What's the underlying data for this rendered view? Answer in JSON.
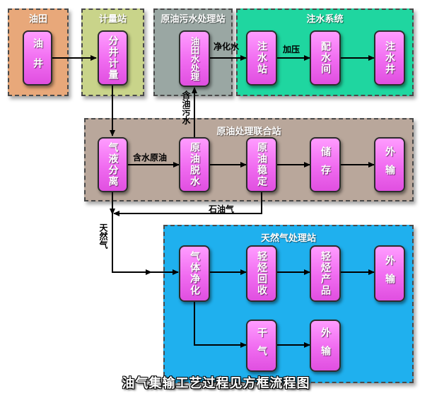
{
  "colors": {
    "oilfield": "#e8a87a",
    "metering": "#c9d48a",
    "sewage": "#9aa7a3",
    "injection": "#1fd6a0",
    "combined": "#b9a79b",
    "gas": "#1fb0ee",
    "node": "#f06bf0"
  },
  "regions": {
    "oilfield": "油田",
    "metering": "计量站",
    "sewage": "原油污水处理站",
    "injection": "注水系统",
    "combined": "原油处理联合站",
    "gas": "天然气处理站"
  },
  "nodes": {
    "well": "油井",
    "meter": "分井计量",
    "water_treat": "油田水处理",
    "inject_station": "注水站",
    "distribution": "配水间",
    "inject_well": "注水井",
    "separator": "气液分离",
    "dehydration": "原油脱水",
    "stabilization": "原油稳定",
    "storage": "储存",
    "oil_export": "外输",
    "gas_purify": "气体净化",
    "hc_recovery": "轻烃回收",
    "hc_product": "轻烃产品",
    "hc_export": "外输",
    "dry_gas": "干气",
    "gas_export": "外输"
  },
  "edges": {
    "clean_water": "净化水",
    "pressurize": "加压",
    "oily_sewage": "含油污水",
    "wet_crude": "含水原油",
    "petroleum_gas": "石油气",
    "natural_gas": "天然气"
  },
  "caption": "油气集输工艺过程见方框流程图"
}
